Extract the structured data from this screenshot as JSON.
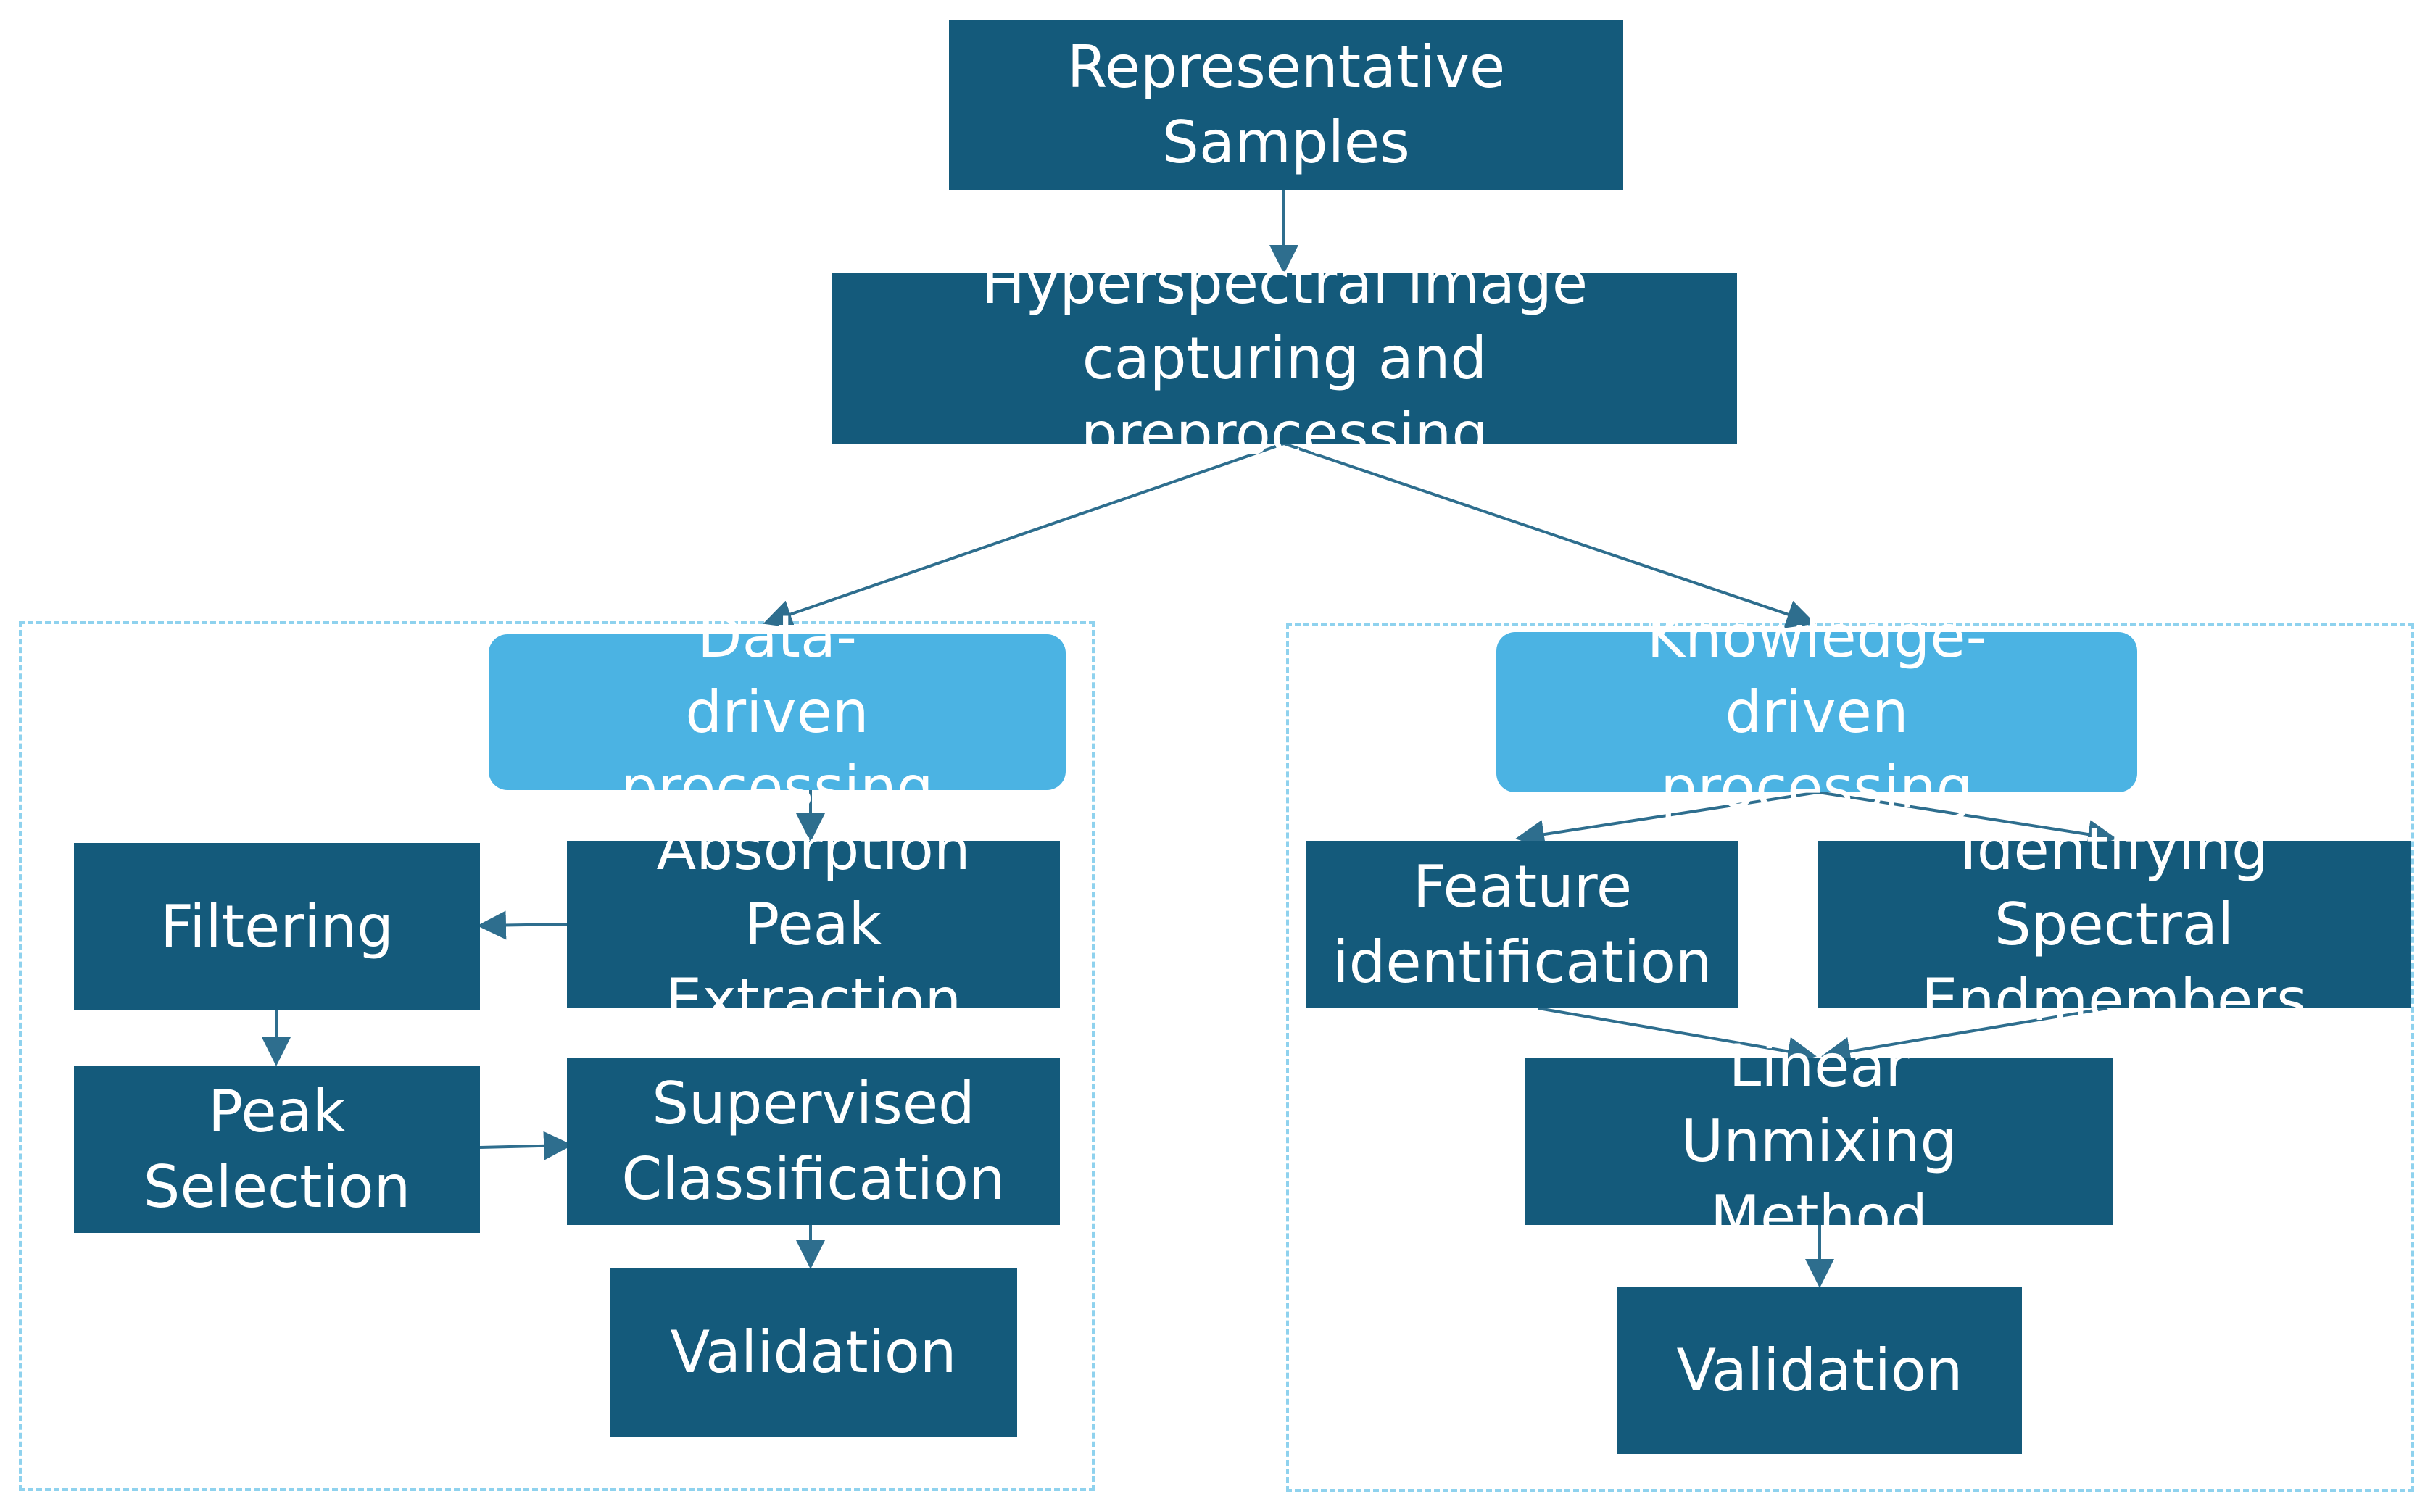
{
  "diagram": {
    "nodes": {
      "representative_samples": "Representative Samples",
      "hyperspectral_capture": "Hyperspectral image capturing and preprocessing",
      "data_driven": "Data-driven processing",
      "knowledge_driven": "Knowledge-driven processing",
      "absorption_peak": "Absorption Peak Extraction",
      "filtering": "Filtering",
      "peak_selection": "Peak Selection",
      "supervised_classification": "Supervised Classification",
      "validation_left": "Validation",
      "feature_identification": "Feature identification",
      "spectral_endmembers": "Identifying Spectral Endmembers",
      "linear_unmixing": "Linear Unmixing Method",
      "validation_right": "Validation"
    },
    "edges": [
      [
        "representative_samples",
        "hyperspectral_capture"
      ],
      [
        "hyperspectral_capture",
        "data_driven"
      ],
      [
        "hyperspectral_capture",
        "knowledge_driven"
      ],
      [
        "data_driven",
        "absorption_peak"
      ],
      [
        "absorption_peak",
        "filtering"
      ],
      [
        "filtering",
        "peak_selection"
      ],
      [
        "peak_selection",
        "supervised_classification"
      ],
      [
        "supervised_classification",
        "validation_left"
      ],
      [
        "knowledge_driven",
        "feature_identification"
      ],
      [
        "knowledge_driven",
        "spectral_endmembers"
      ],
      [
        "feature_identification",
        "linear_unmixing"
      ],
      [
        "spectral_endmembers",
        "linear_unmixing"
      ],
      [
        "linear_unmixing",
        "validation_right"
      ]
    ],
    "colors": {
      "box_dark": "#145a7b",
      "box_light": "#4bb3e3",
      "group_border": "#8fd2ee",
      "arrow": "#2e6e8e"
    }
  }
}
